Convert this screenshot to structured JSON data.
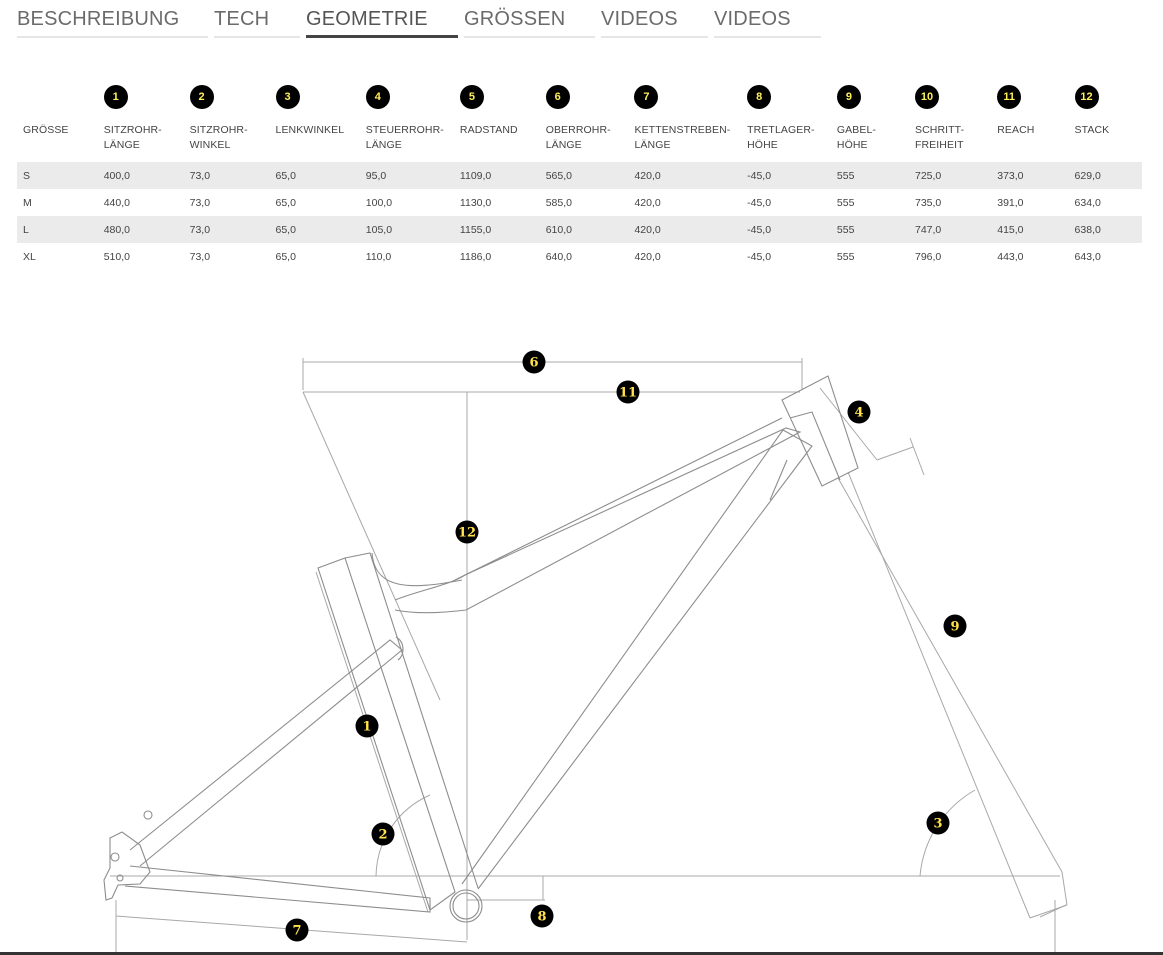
{
  "tabs": [
    {
      "label": "BESCHREIBUNG",
      "active": false
    },
    {
      "label": "TECH",
      "active": false
    },
    {
      "label": "GEOMETRIE",
      "active": true
    },
    {
      "label": "GRÖSSEN",
      "active": false
    },
    {
      "label": "VIDEOS",
      "active": false
    },
    {
      "label": "VIDEOS",
      "active": false
    }
  ],
  "geometry_table": {
    "headers": [
      {
        "num": "",
        "label": "GRÖSSE"
      },
      {
        "num": "1",
        "label": "SITZROHR-\nLÄNGE"
      },
      {
        "num": "2",
        "label": "SITZROHR-\nWINKEL"
      },
      {
        "num": "3",
        "label": "LENKWINKEL"
      },
      {
        "num": "4",
        "label": "STEUERROHR-\nLÄNGE"
      },
      {
        "num": "5",
        "label": "RADSTAND"
      },
      {
        "num": "6",
        "label": "OBERROHR-\nLÄNGE"
      },
      {
        "num": "7",
        "label": "KETTENSTREBEN-\nLÄNGE"
      },
      {
        "num": "8",
        "label": "TRETLAGER-\nHÖHE"
      },
      {
        "num": "9",
        "label": "GABEL-\nHÖHE"
      },
      {
        "num": "10",
        "label": "SCHRITT-\nFREIHEIT"
      },
      {
        "num": "11",
        "label": "REACH"
      },
      {
        "num": "12",
        "label": "STACK"
      }
    ],
    "rows": [
      [
        "S",
        "400,0",
        "73,0",
        "65,0",
        "95,0",
        "1109,0",
        "565,0",
        "420,0",
        "-45,0",
        "555",
        "725,0",
        "373,0",
        "629,0"
      ],
      [
        "M",
        "440,0",
        "73,0",
        "65,0",
        "100,0",
        "1130,0",
        "585,0",
        "420,0",
        "-45,0",
        "555",
        "735,0",
        "391,0",
        "634,0"
      ],
      [
        "L",
        "480,0",
        "73,0",
        "65,0",
        "105,0",
        "1155,0",
        "610,0",
        "420,0",
        "-45,0",
        "555",
        "747,0",
        "415,0",
        "638,0"
      ],
      [
        "XL",
        "510,0",
        "73,0",
        "65,0",
        "110,0",
        "1186,0",
        "640,0",
        "420,0",
        "-45,0",
        "555",
        "796,0",
        "443,0",
        "643,0"
      ]
    ]
  },
  "diagram": {
    "badges": [
      "1",
      "2",
      "3",
      "4",
      "6",
      "7",
      "8",
      "9",
      "11",
      "12"
    ],
    "badge_text_color": "#ffe14a",
    "line_color": "#9a9a9a"
  }
}
